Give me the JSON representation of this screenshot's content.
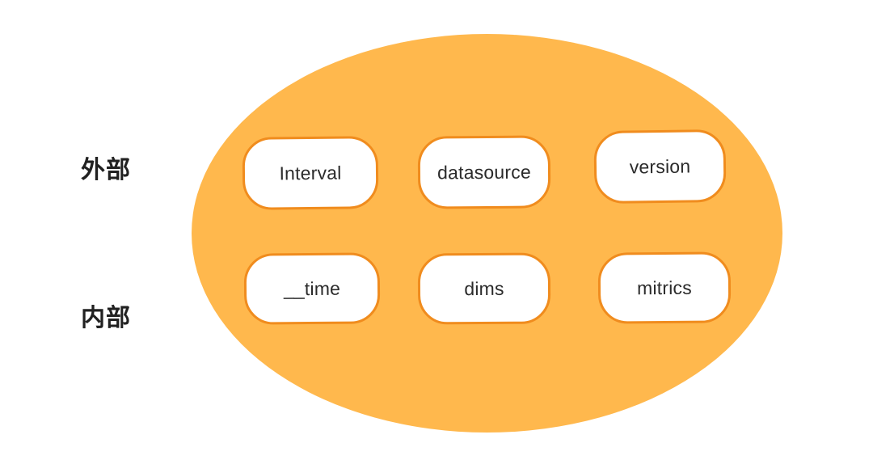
{
  "diagram": {
    "title": "Druid segment schema ellipse diagram",
    "colors": {
      "ellipse_fill": "#ffb84d",
      "pill_fill": "#ffffff",
      "pill_border": "#f08c1e",
      "text": "#2b2b2b",
      "label_text": "#212121",
      "background": "#ffffff"
    },
    "side_labels": [
      {
        "id": "external",
        "text": "外部"
      },
      {
        "id": "internal",
        "text": "内部"
      }
    ],
    "groups": [
      {
        "id": "external-row",
        "label": "外部",
        "items": [
          {
            "id": "interval",
            "label": "Interval"
          },
          {
            "id": "datasource",
            "label": "datasource"
          },
          {
            "id": "version",
            "label": "version"
          }
        ]
      },
      {
        "id": "internal-row",
        "label": "内部",
        "items": [
          {
            "id": "time",
            "label": "__time"
          },
          {
            "id": "dims",
            "label": "dims"
          },
          {
            "id": "mitrics",
            "label": "mitrics"
          }
        ]
      }
    ]
  }
}
